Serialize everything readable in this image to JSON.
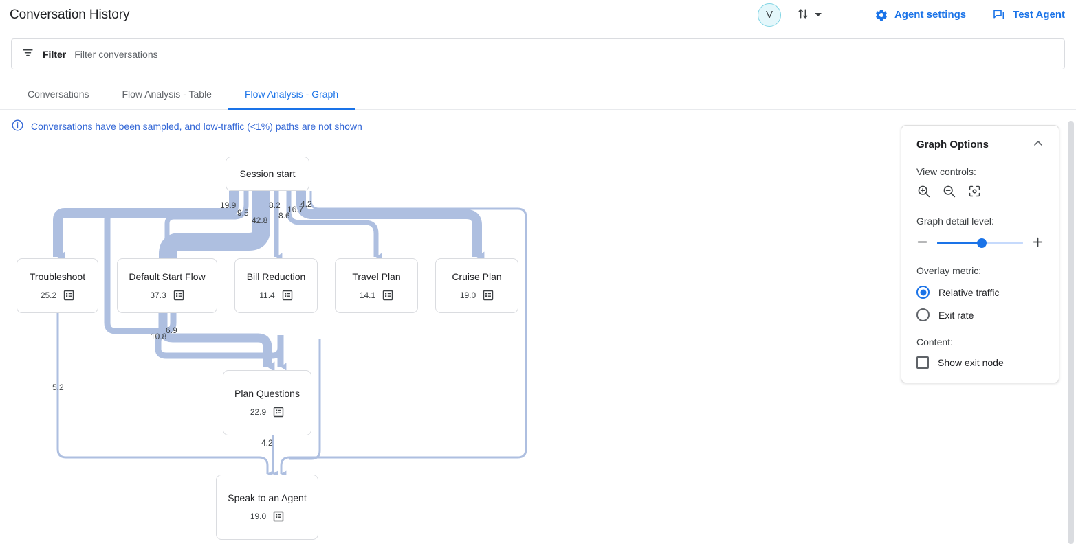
{
  "header": {
    "title": "Conversation History",
    "avatar_initial": "V",
    "agent_settings_label": "Agent settings",
    "test_agent_label": "Test Agent",
    "accent_color": "#1a73e8",
    "avatar_bg": "#e4f7fb",
    "avatar_border": "#7fd4e4"
  },
  "filter": {
    "label": "Filter",
    "placeholder": "Filter conversations"
  },
  "tabs": [
    {
      "label": "Conversations",
      "active": false
    },
    {
      "label": "Flow Analysis - Table",
      "active": false
    },
    {
      "label": "Flow Analysis - Graph",
      "active": true
    }
  ],
  "banner": {
    "text": "Conversations have been sampled, and low-traffic (<1%) paths are not shown",
    "color": "#3367d6"
  },
  "options": {
    "title": "Graph Options",
    "view_controls_label": "View controls:",
    "detail_level_label": "Graph detail level:",
    "detail_level_percent": 52,
    "overlay_metric_label": "Overlay metric:",
    "overlay_options": [
      {
        "label": "Relative traffic",
        "selected": true
      },
      {
        "label": "Exit rate",
        "selected": false
      }
    ],
    "content_label": "Content:",
    "show_exit_node": {
      "label": "Show exit node",
      "checked": false
    }
  },
  "chart_data": {
    "type": "diagram",
    "subtype": "sankey-flow-graph",
    "metric": "Relative traffic",
    "nodes": [
      {
        "id": "session_start",
        "label": "Session start",
        "value": null
      },
      {
        "id": "troubleshoot",
        "label": "Troubleshoot",
        "value": "25.2"
      },
      {
        "id": "default_start_flow",
        "label": "Default Start Flow",
        "value": "37.3"
      },
      {
        "id": "bill_reduction",
        "label": "Bill Reduction",
        "value": "11.4"
      },
      {
        "id": "travel_plan",
        "label": "Travel Plan",
        "value": "14.1"
      },
      {
        "id": "cruise_plan",
        "label": "Cruise Plan",
        "value": "19.0"
      },
      {
        "id": "plan_questions",
        "label": "Plan Questions",
        "value": "22.9"
      },
      {
        "id": "speak_to_agent",
        "label": "Speak to an Agent",
        "value": "19.0"
      }
    ],
    "edges": [
      {
        "from": "session_start",
        "to": "troubleshoot",
        "value": "19.9"
      },
      {
        "from": "session_start",
        "to": "default_start_flow",
        "value": "9.5"
      },
      {
        "from": "session_start",
        "to": "default_start_flow",
        "value": "42.8"
      },
      {
        "from": "session_start",
        "to": "bill_reduction",
        "value": "8.2"
      },
      {
        "from": "session_start",
        "to": "travel_plan",
        "value": "8.6"
      },
      {
        "from": "session_start",
        "to": "cruise_plan",
        "value": "16.7"
      },
      {
        "from": "session_start",
        "to": "speak_to_agent",
        "value": "4.2"
      },
      {
        "from": "default_start_flow",
        "to": "plan_questions",
        "value": "10.8"
      },
      {
        "from": "default_start_flow",
        "to": "plan_questions",
        "value": "6.9"
      },
      {
        "from": "troubleshoot",
        "to": "speak_to_agent",
        "value": "5.2"
      },
      {
        "from": "plan_questions",
        "to": "speak_to_agent",
        "value": "4.2"
      }
    ],
    "edge_color": "#aebfe0",
    "node_border": "#dadce0"
  }
}
